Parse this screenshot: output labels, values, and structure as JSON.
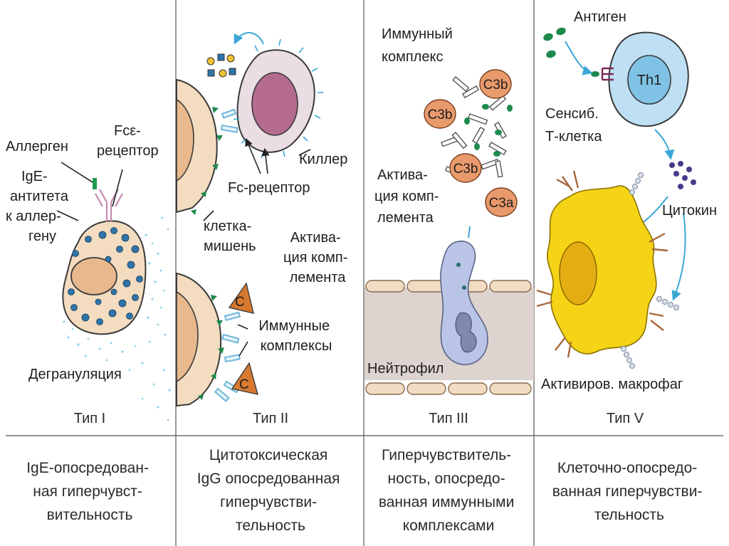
{
  "colors": {
    "divider": "#555555",
    "arrow": "#3aa7d6",
    "mast_cell": "#f3dcc0",
    "granule": "#2f74a8",
    "killer_membrane": "#eadde4",
    "killer_nucleus": "#b56b8e",
    "complement": "#e99a6c",
    "neutrophil": "#b9c4e6",
    "macrophage": "#f5d317",
    "th1": "#bfe0f4",
    "antigen": "#1d8a4c"
  },
  "panels": [
    {
      "type_label": "Тип I",
      "description": [
        "IgE-опосредован-",
        "ная гиперчувст-",
        "вительность"
      ],
      "labels": {
        "allergen": "Аллерген",
        "fc_receptor": [
          "Fcε-",
          "рецептор"
        ],
        "ige": [
          "IgE-",
          "антитета",
          "к аллер-",
          "гену"
        ],
        "degranulation": "Дегрануляция"
      }
    },
    {
      "type_label": "Тип II",
      "description": [
        "Цитотоксическая",
        "IgG опосредованная",
        "гиперчувстви-",
        "тельность"
      ],
      "labels": {
        "killer": "Киллер",
        "fc_receptor": "Fc-рецептор",
        "target_cell": [
          "клетка-",
          "мишень"
        ],
        "complement_activation": [
          "Актива-",
          "ция комп-",
          "лемента"
        ],
        "immune_complexes": [
          "Иммунные",
          "комплексы"
        ],
        "complement_symbol": "C"
      }
    },
    {
      "type_label": "Тип III",
      "description": [
        "Гиперчувствитель-",
        "ность, опосредо-",
        "ванная иммунными",
        "комплексами"
      ],
      "labels": {
        "immune_complex": [
          "Иммунный",
          "комплекс"
        ],
        "complement_activation": [
          "Актива-",
          "ция комп-",
          "лемента"
        ],
        "neutrophil": "Нейтрофил",
        "c3b": "C3b",
        "c3a": "C3a"
      }
    },
    {
      "type_label": "Тип V",
      "description": [
        "Клеточно-опосредо-",
        "ванная гиперчувстви-",
        "тельность"
      ],
      "labels": {
        "antigen": "Антиген",
        "th1": "Th1",
        "sensitized": [
          "Сенсиб.",
          "Т-клетка"
        ],
        "cytokine": "Цитокин",
        "macrophage": "Активиров. макрофаг"
      }
    }
  ]
}
